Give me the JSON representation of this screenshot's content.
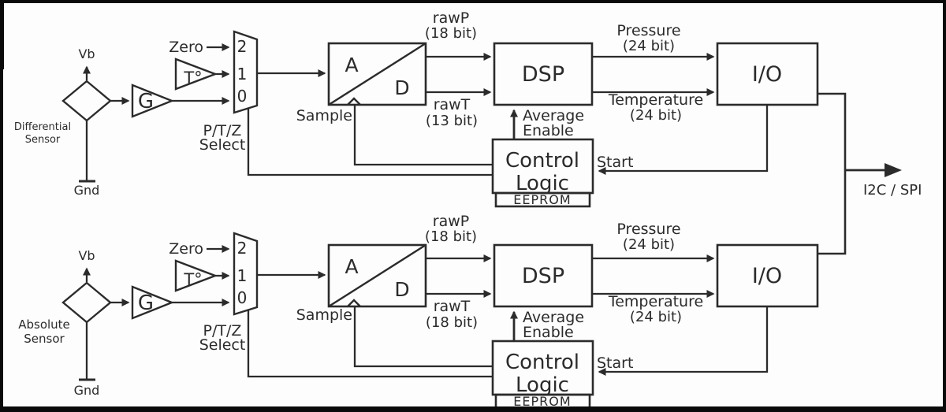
{
  "diagram": {
    "bus_label": "I2C / SPI"
  },
  "colors": {
    "ink": "#2b2b2b",
    "background": "#fdfdfd",
    "frame": "#0a0a0a"
  },
  "channels": [
    {
      "sensor_line1": "Differential",
      "sensor_line2": "Sensor",
      "vb_label": "Vb",
      "gnd_label": "Gnd",
      "gain_label": "G",
      "temp_sensor_label": "T°",
      "zero_label": "Zero",
      "mux_inputs": [
        "2",
        "1",
        "0"
      ],
      "select_line1": "P/T/Z",
      "select_line2": "Select",
      "sample_label": "Sample",
      "adc_a": "A",
      "adc_d": "D",
      "rawp_label": "rawP",
      "rawp_bits": "(18 bit)",
      "rawt_label": "rawT",
      "rawt_bits": "(13 bit)",
      "dsp_label": "DSP",
      "pressure_label": "Pressure",
      "pressure_bits": "(24 bit)",
      "temperature_label": "Temperature",
      "temperature_bits": "(24 bit)",
      "io_label": "I/O",
      "control_line1": "Control",
      "control_line2": "Logic",
      "eeprom_label": "EEPROM",
      "average_line1": "Average",
      "average_line2": "Enable",
      "start_label": "Start"
    },
    {
      "sensor_line1": "Absolute",
      "sensor_line2": "Sensor",
      "vb_label": "Vb",
      "gnd_label": "Gnd",
      "gain_label": "G",
      "temp_sensor_label": "T°",
      "zero_label": "Zero",
      "mux_inputs": [
        "2",
        "1",
        "0"
      ],
      "select_line1": "P/T/Z",
      "select_line2": "Select",
      "sample_label": "Sample",
      "adc_a": "A",
      "adc_d": "D",
      "rawp_label": "rawP",
      "rawp_bits": "(18 bit)",
      "rawt_label": "rawT",
      "rawt_bits": "(18 bit)",
      "dsp_label": "DSP",
      "pressure_label": "Pressure",
      "pressure_bits": "(24 bit)",
      "temperature_label": "Temperature",
      "temperature_bits": "(24 bit)",
      "io_label": "I/O",
      "control_line1": "Control",
      "control_line2": "Logic",
      "eeprom_label": "EEPROM",
      "average_line1": "Average",
      "average_line2": "Enable",
      "start_label": "Start"
    }
  ]
}
